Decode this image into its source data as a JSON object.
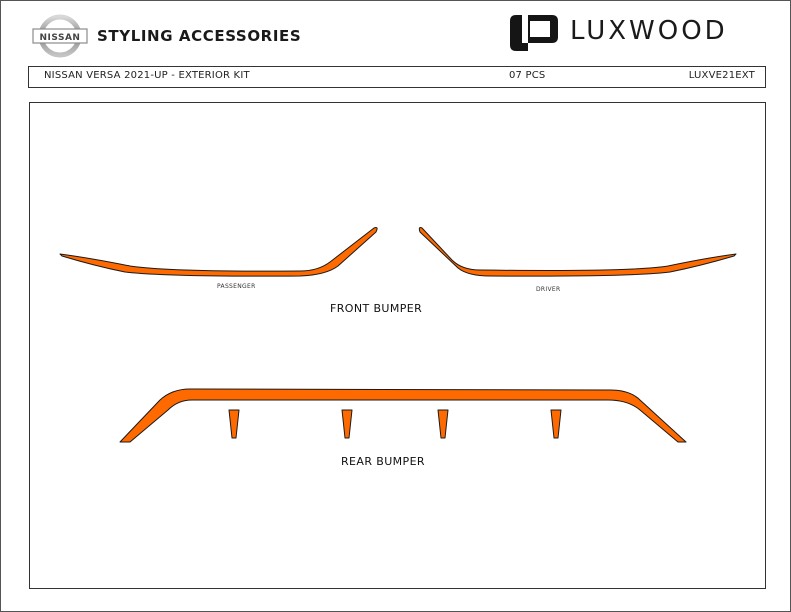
{
  "header": {
    "brand_text": "NISSAN",
    "title": "STYLING ACCESSORIES",
    "company": "LUXWOOD"
  },
  "info_bar": {
    "kit_title": "NISSAN VERSA 2021-UP - EXTERIOR KIT",
    "piece_count": "07 PCS",
    "sku": "LUXVE21EXT"
  },
  "parts": {
    "front_bumper": {
      "label": "FRONT BUMPER",
      "passenger_label": "PASSENGER",
      "driver_label": "DRIVER"
    },
    "rear_bumper": {
      "label": "REAR BUMPER"
    }
  },
  "colors": {
    "trim": "#ff6a00",
    "outline": "#1a1a1a",
    "logo_silver": "#9a9a9a"
  }
}
